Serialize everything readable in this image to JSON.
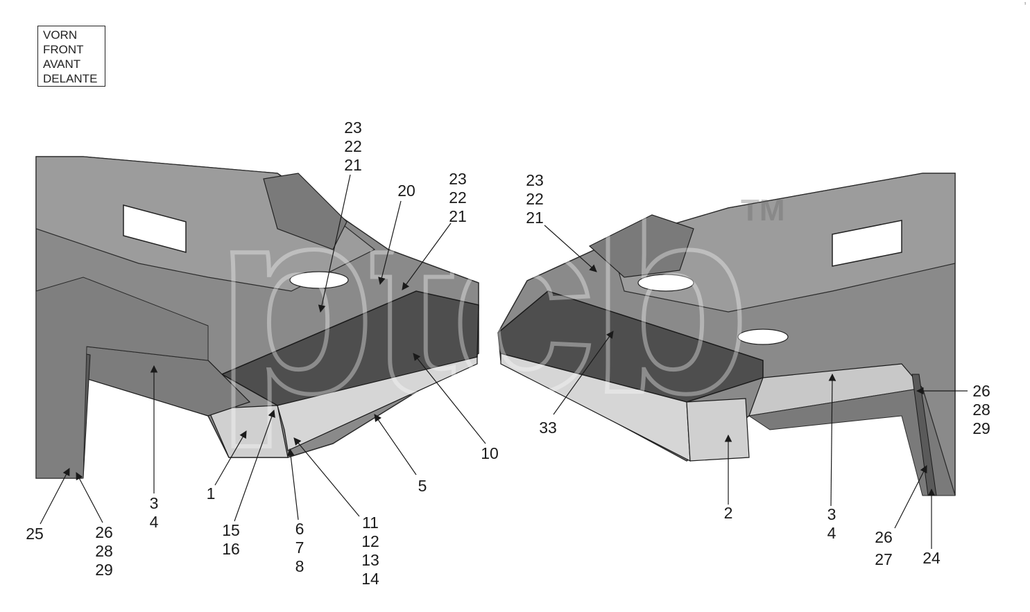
{
  "orientation_box": [
    "VORN",
    "FRONT",
    "AVANT",
    "DELANTE"
  ],
  "watermark": "ptcb",
  "watermark_tm": "TM",
  "colors": {
    "body_dark": "#6e6e6e",
    "body_mid": "#8c8c8c",
    "body_light": "#b4b4b4",
    "panel_light": "#d2d2d2",
    "panel_dark": "#4a4a4a",
    "line": "#1a1a1a"
  },
  "callouts": [
    {
      "id": "c-23-22-21-left",
      "lines": [
        "23",
        "22",
        "21"
      ]
    },
    {
      "id": "c-20",
      "lines": [
        "20"
      ]
    },
    {
      "id": "c-23-22-21-mid",
      "lines": [
        "23",
        "22",
        "21"
      ]
    },
    {
      "id": "c-23-22-21-right",
      "lines": [
        "23",
        "22",
        "21"
      ]
    },
    {
      "id": "c-26-28-29-right",
      "lines": [
        "26",
        "28",
        "29"
      ]
    },
    {
      "id": "c-33",
      "lines": [
        "33"
      ]
    },
    {
      "id": "c-10",
      "lines": [
        "10"
      ]
    },
    {
      "id": "c-5",
      "lines": [
        "5"
      ]
    },
    {
      "id": "c-3-4-left",
      "lines": [
        "3",
        "4"
      ]
    },
    {
      "id": "c-1",
      "lines": [
        "1"
      ]
    },
    {
      "id": "c-15-16",
      "lines": [
        "15",
        "16"
      ]
    },
    {
      "id": "c-6-7-8",
      "lines": [
        "6",
        "7",
        "8"
      ]
    },
    {
      "id": "c-11-12-13-14",
      "lines": [
        "11",
        "12",
        "13",
        "14"
      ]
    },
    {
      "id": "c-25",
      "lines": [
        "25"
      ]
    },
    {
      "id": "c-26-28-29-left",
      "lines": [
        "26",
        "28",
        "29"
      ]
    },
    {
      "id": "c-2",
      "lines": [
        "2"
      ]
    },
    {
      "id": "c-3-4-right",
      "lines": [
        "3",
        "4"
      ]
    },
    {
      "id": "c-26-27",
      "lines": [
        "26",
        "27"
      ]
    },
    {
      "id": "c-24",
      "lines": [
        "24"
      ]
    }
  ]
}
